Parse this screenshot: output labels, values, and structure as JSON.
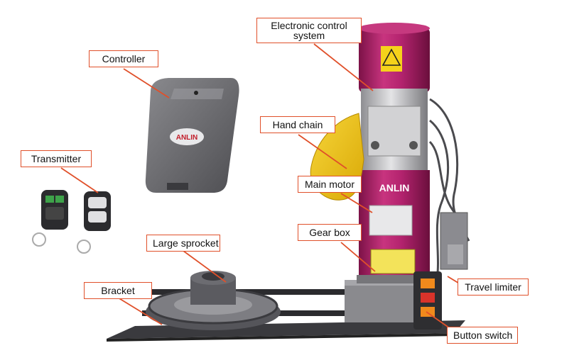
{
  "colors": {
    "callout": "#e0502a",
    "motor_body": "#b3236e",
    "gray_device": "#6f6f73",
    "plate": "#3a3a3e",
    "chain_bag": "#f1c514",
    "button_red": "#d9332a",
    "button_orange": "#f08a1c"
  },
  "brand": {
    "controller_logo": "ANLIN",
    "motor_logo": "ANLIN"
  },
  "labels": {
    "electronic_control": "Electronic control system",
    "controller": "Controller",
    "hand_chain": "Hand chain",
    "transmitter": "Transmitter",
    "main_motor": "Main motor",
    "gear_box": "Gear box",
    "large_sprocket": "Large sprocket",
    "bracket": "Bracket",
    "travel_limiter": "Travel limiter",
    "button_switch": "Button switch"
  }
}
